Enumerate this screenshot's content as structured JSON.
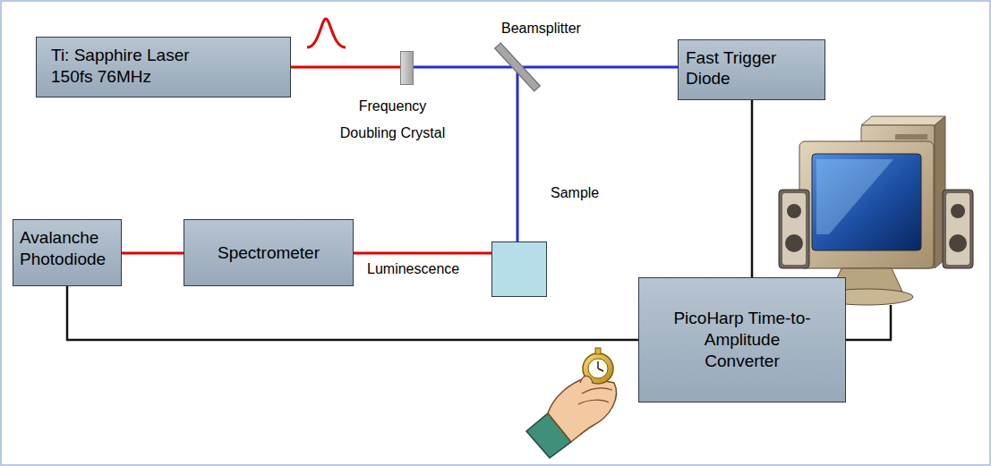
{
  "diagram": {
    "nodes": [
      {
        "text": [
          "Ti: Sapphire Laser 150fs 76MHz"
        ]
      },
      {
        "text": [
          "Frequency Doubling Crystal"
        ]
      },
      {
        "text": [
          "Beamsplitter"
        ]
      },
      {
        "text": [
          "Fast Trigger Diode"
        ]
      },
      {
        "text": [
          "Avalanche Photodiode"
        ]
      },
      {
        "text": [
          "Spectrometer"
        ]
      },
      {
        "text": [
          "Sample"
        ]
      },
      {
        "text": [
          "PicoHarp Time-to-Amplitude Converter"
        ]
      }
    ],
    "edges": [
      {
        "from": 0,
        "to": 1,
        "arrow": "none"
      },
      {
        "from": 1,
        "to": 2,
        "arrow": "none"
      },
      {
        "from": 2,
        "to": 3,
        "arrow": "none"
      },
      {
        "from": 2,
        "to": 6,
        "arrow": "none"
      },
      {
        "from": 6,
        "to": 5,
        "label": "Luminescence",
        "arrow": "none"
      },
      {
        "from": 5,
        "to": 4,
        "arrow": "none"
      },
      {
        "from": 3,
        "to": 7,
        "arrow": "none"
      },
      {
        "from": 4,
        "to": 7,
        "arrow": "none"
      }
    ]
  }
}
